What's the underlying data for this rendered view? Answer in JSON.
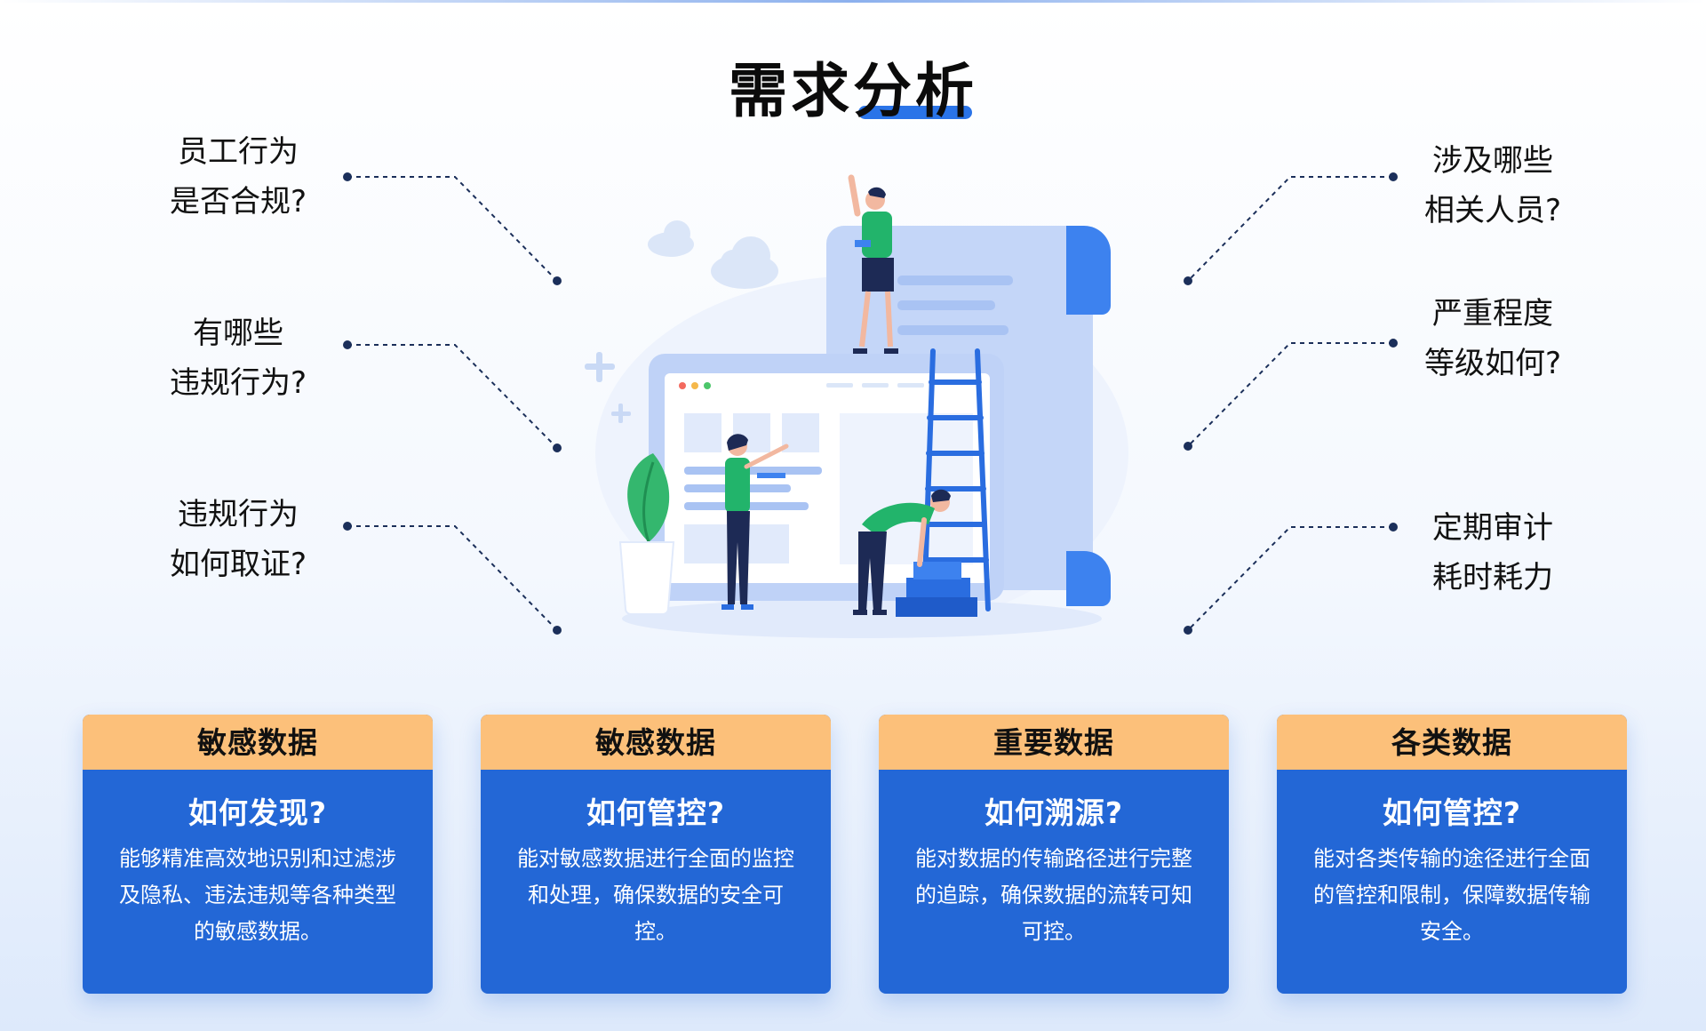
{
  "title": "需求分析",
  "questions_left": [
    {
      "line1": "员工行为",
      "line2": "是否合规?"
    },
    {
      "line1": "有哪些",
      "line2": "违规行为?"
    },
    {
      "line1": "违规行为",
      "line2": "如何取证?"
    }
  ],
  "questions_right": [
    {
      "line1": "涉及哪些",
      "line2": "相关人员?"
    },
    {
      "line1": "严重程度",
      "line2": "等级如何?"
    },
    {
      "line1": "定期审计",
      "line2": "耗时耗力"
    }
  ],
  "cards": [
    {
      "header": "敏感数据",
      "question": "如何发现?",
      "desc": "能够精准高效地识别和过滤涉及隐私、违法违规等各种类型的敏感数据。"
    },
    {
      "header": "敏感数据",
      "question": "如何管控?",
      "desc": "能对敏感数据进行全面的监控和处理，确保数据的安全可控。"
    },
    {
      "header": "重要数据",
      "question": "如何溯源?",
      "desc": "能对数据的传输路径进行完整的追踪，确保数据的流转可知可控。"
    },
    {
      "header": "各类数据",
      "question": "如何管控?",
      "desc": "能对各类传输的途径进行全面的管控和限制，保障数据传输安全。"
    }
  ],
  "colors": {
    "card_bg": "#2367d6",
    "card_header": "#fcc07a",
    "accent": "#2a74e8",
    "figure_shirt": "#22b46b",
    "dotted_line": "#1b2f5a"
  },
  "icons": [
    "cloud-icon",
    "plus-icon",
    "plant-icon",
    "ladder-icon",
    "document-scroll-icon",
    "browser-window-icon",
    "boxes-icon",
    "person-icon"
  ]
}
